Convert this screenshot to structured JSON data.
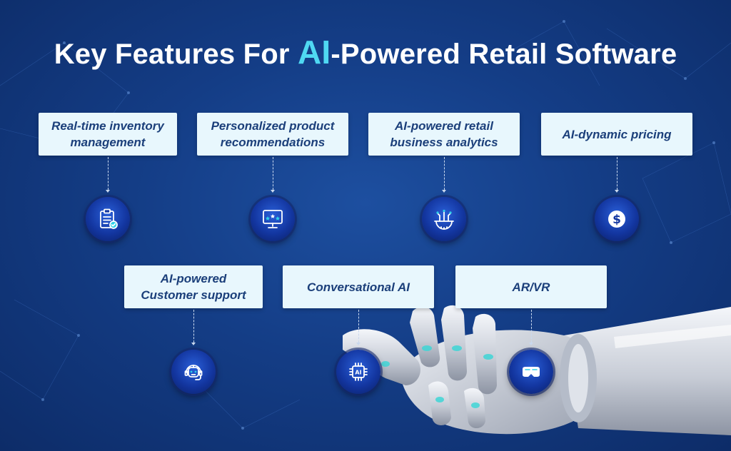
{
  "title": {
    "prefix": "Key Features For ",
    "accent": "AI",
    "suffix": "-Powered Retail Software"
  },
  "features": [
    {
      "label": "Real-time inventory\nmanagement",
      "icon": "clipboard-check-icon"
    },
    {
      "label": "Personalized product\nrecommendations",
      "icon": "rating-screen-icon"
    },
    {
      "label": "AI-powered retail\nbusiness analytics",
      "icon": "circuit-gear-icon"
    },
    {
      "label": "AI-dynamic pricing",
      "icon": "dollar-icon"
    },
    {
      "label": "AI-powered\nCustomer support",
      "icon": "robot-headset-icon"
    },
    {
      "label": "Conversational AI",
      "icon": "ai-chip-icon"
    },
    {
      "label": "AR/VR",
      "icon": "vr-headset-icon"
    }
  ],
  "colors": {
    "background": "#143d86",
    "accent": "#4fd8f2",
    "box_fill": "#e8f7fd",
    "box_text": "#1b3f7a",
    "icon_circle": "#1336a0"
  }
}
